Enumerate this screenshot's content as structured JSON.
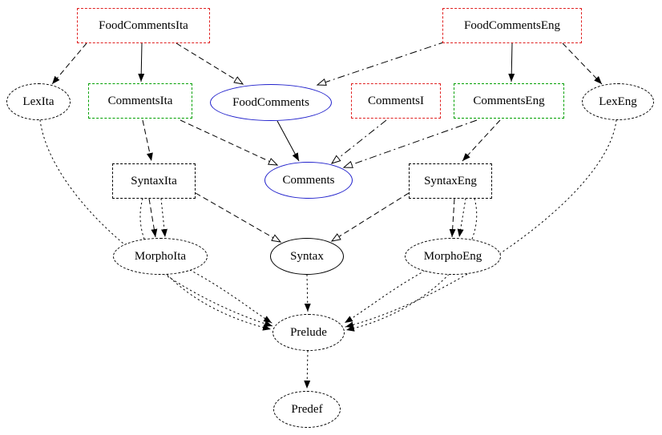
{
  "diagram": {
    "type": "module-dependency-graph",
    "background": "#ffffff",
    "colors": {
      "red_border": "#e02020",
      "green_border": "#00a000",
      "blue_border": "#2222cc",
      "black": "#000000"
    },
    "nodes": {
      "foodcommentsita": {
        "label": "FoodCommentsIta",
        "shape": "box",
        "border_style": "dashed",
        "border_color": "#e02020"
      },
      "foodcommentseng": {
        "label": "FoodCommentsEng",
        "shape": "box",
        "border_style": "dashed",
        "border_color": "#e02020"
      },
      "lexita": {
        "label": "LexIta",
        "shape": "ellipse",
        "border_style": "dashed",
        "border_color": "#000000"
      },
      "commentsita": {
        "label": "CommentsIta",
        "shape": "box",
        "border_style": "dashed",
        "border_color": "#00a000"
      },
      "foodcomments": {
        "label": "FoodComments",
        "shape": "ellipse",
        "border_style": "solid",
        "border_color": "#2222cc"
      },
      "commentsi": {
        "label": "CommentsI",
        "shape": "box",
        "border_style": "dashed",
        "border_color": "#e02020"
      },
      "commentseng": {
        "label": "CommentsEng",
        "shape": "box",
        "border_style": "dashed",
        "border_color": "#00a000"
      },
      "lexeng": {
        "label": "LexEng",
        "shape": "ellipse",
        "border_style": "dashed",
        "border_color": "#000000"
      },
      "syntaxita": {
        "label": "SyntaxIta",
        "shape": "box",
        "border_style": "dashed",
        "border_color": "#000000"
      },
      "comments": {
        "label": "Comments",
        "shape": "ellipse",
        "border_style": "solid",
        "border_color": "#2222cc"
      },
      "syntaxeng": {
        "label": "SyntaxEng",
        "shape": "box",
        "border_style": "dashed",
        "border_color": "#000000"
      },
      "morphoita": {
        "label": "MorphoIta",
        "shape": "ellipse",
        "border_style": "dashed",
        "border_color": "#000000"
      },
      "syntax": {
        "label": "Syntax",
        "shape": "ellipse",
        "border_style": "solid",
        "border_color": "#000000"
      },
      "morphoeng": {
        "label": "MorphoEng",
        "shape": "ellipse",
        "border_style": "dashed",
        "border_color": "#000000"
      },
      "prelude": {
        "label": "Prelude",
        "shape": "ellipse",
        "border_style": "dashed",
        "border_color": "#000000"
      },
      "predef": {
        "label": "Predef",
        "shape": "ellipse",
        "border_style": "dashed",
        "border_color": "#000000"
      }
    },
    "edges": [
      {
        "from": "FoodCommentsIta",
        "to": "CommentsIta",
        "line": "solid",
        "arrowhead": "filled"
      },
      {
        "from": "FoodCommentsIta",
        "to": "FoodComments",
        "line": "dashed",
        "arrowhead": "open"
      },
      {
        "from": "FoodCommentsIta",
        "to": "LexIta",
        "line": "dashed",
        "arrowhead": "filled"
      },
      {
        "from": "FoodCommentsEng",
        "to": "CommentsEng",
        "line": "solid",
        "arrowhead": "filled"
      },
      {
        "from": "FoodCommentsEng",
        "to": "FoodComments",
        "line": "dashdot",
        "arrowhead": "open"
      },
      {
        "from": "FoodCommentsEng",
        "to": "LexEng",
        "line": "dashed",
        "arrowhead": "filled"
      },
      {
        "from": "CommentsIta",
        "to": "SyntaxIta",
        "line": "dashed",
        "arrowhead": "filled"
      },
      {
        "from": "CommentsIta",
        "to": "Comments",
        "line": "dashed",
        "arrowhead": "open"
      },
      {
        "from": "FoodComments",
        "to": "Comments",
        "line": "solid",
        "arrowhead": "filled"
      },
      {
        "from": "CommentsI",
        "to": "Comments",
        "line": "dashdot",
        "arrowhead": "open"
      },
      {
        "from": "CommentsEng",
        "to": "Comments",
        "line": "dashdot",
        "arrowhead": "open"
      },
      {
        "from": "CommentsEng",
        "to": "SyntaxEng",
        "line": "dashed",
        "arrowhead": "filled"
      },
      {
        "from": "SyntaxIta",
        "to": "MorphoIta",
        "line": "dashed",
        "arrowhead": "filled"
      },
      {
        "from": "SyntaxIta",
        "to": "MorphoIta",
        "line": "dotted",
        "arrowhead": "filled"
      },
      {
        "from": "SyntaxIta",
        "to": "Syntax",
        "line": "dashed",
        "arrowhead": "open"
      },
      {
        "from": "SyntaxEng",
        "to": "MorphoEng",
        "line": "dashed",
        "arrowhead": "filled"
      },
      {
        "from": "SyntaxEng",
        "to": "MorphoEng",
        "line": "dotted",
        "arrowhead": "filled"
      },
      {
        "from": "SyntaxEng",
        "to": "Syntax",
        "line": "dashed",
        "arrowhead": "open"
      },
      {
        "from": "LexIta",
        "to": "Prelude",
        "line": "dotted",
        "arrowhead": "filled"
      },
      {
        "from": "LexEng",
        "to": "Prelude",
        "line": "dotted",
        "arrowhead": "filled"
      },
      {
        "from": "SyntaxIta",
        "to": "Prelude",
        "line": "dotted",
        "arrowhead": "filled"
      },
      {
        "from": "SyntaxEng",
        "to": "Prelude",
        "line": "dotted",
        "arrowhead": "filled"
      },
      {
        "from": "MorphoIta",
        "to": "Prelude",
        "line": "dotted",
        "arrowhead": "filled"
      },
      {
        "from": "MorphoEng",
        "to": "Prelude",
        "line": "dotted",
        "arrowhead": "filled"
      },
      {
        "from": "Syntax",
        "to": "Prelude",
        "line": "dotted",
        "arrowhead": "filled"
      },
      {
        "from": "Prelude",
        "to": "Predef",
        "line": "dotted",
        "arrowhead": "filled"
      }
    ]
  }
}
